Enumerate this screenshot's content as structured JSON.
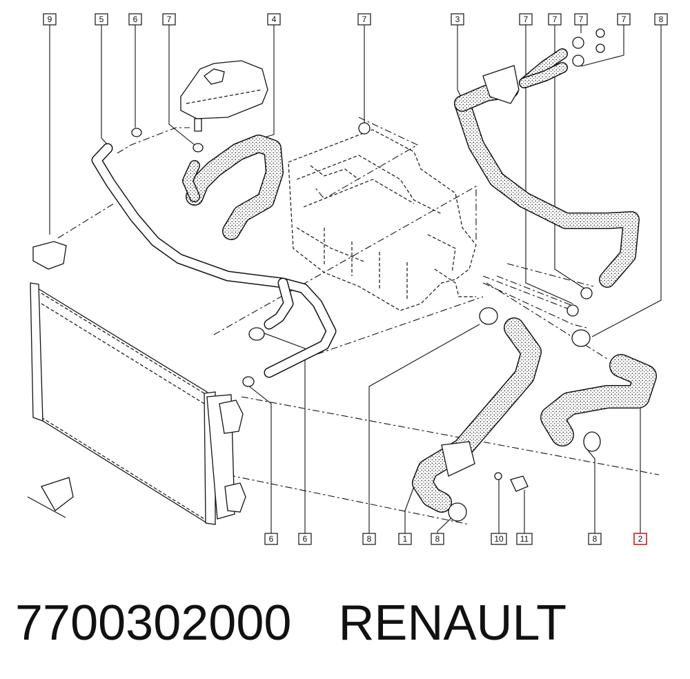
{
  "caption": {
    "part_number": "7700302000",
    "brand": "RENAULT"
  },
  "callouts": [
    "9",
    "5",
    "6",
    "7",
    "4",
    "7",
    "3",
    "7",
    "7",
    "7",
    "7",
    "8",
    "6",
    "6",
    "8",
    "1",
    "8",
    "10",
    "11",
    "8",
    "2"
  ],
  "highlight": {
    "label": "2",
    "color": "#e0141c"
  },
  "page": {
    "background": "#ffffff"
  }
}
